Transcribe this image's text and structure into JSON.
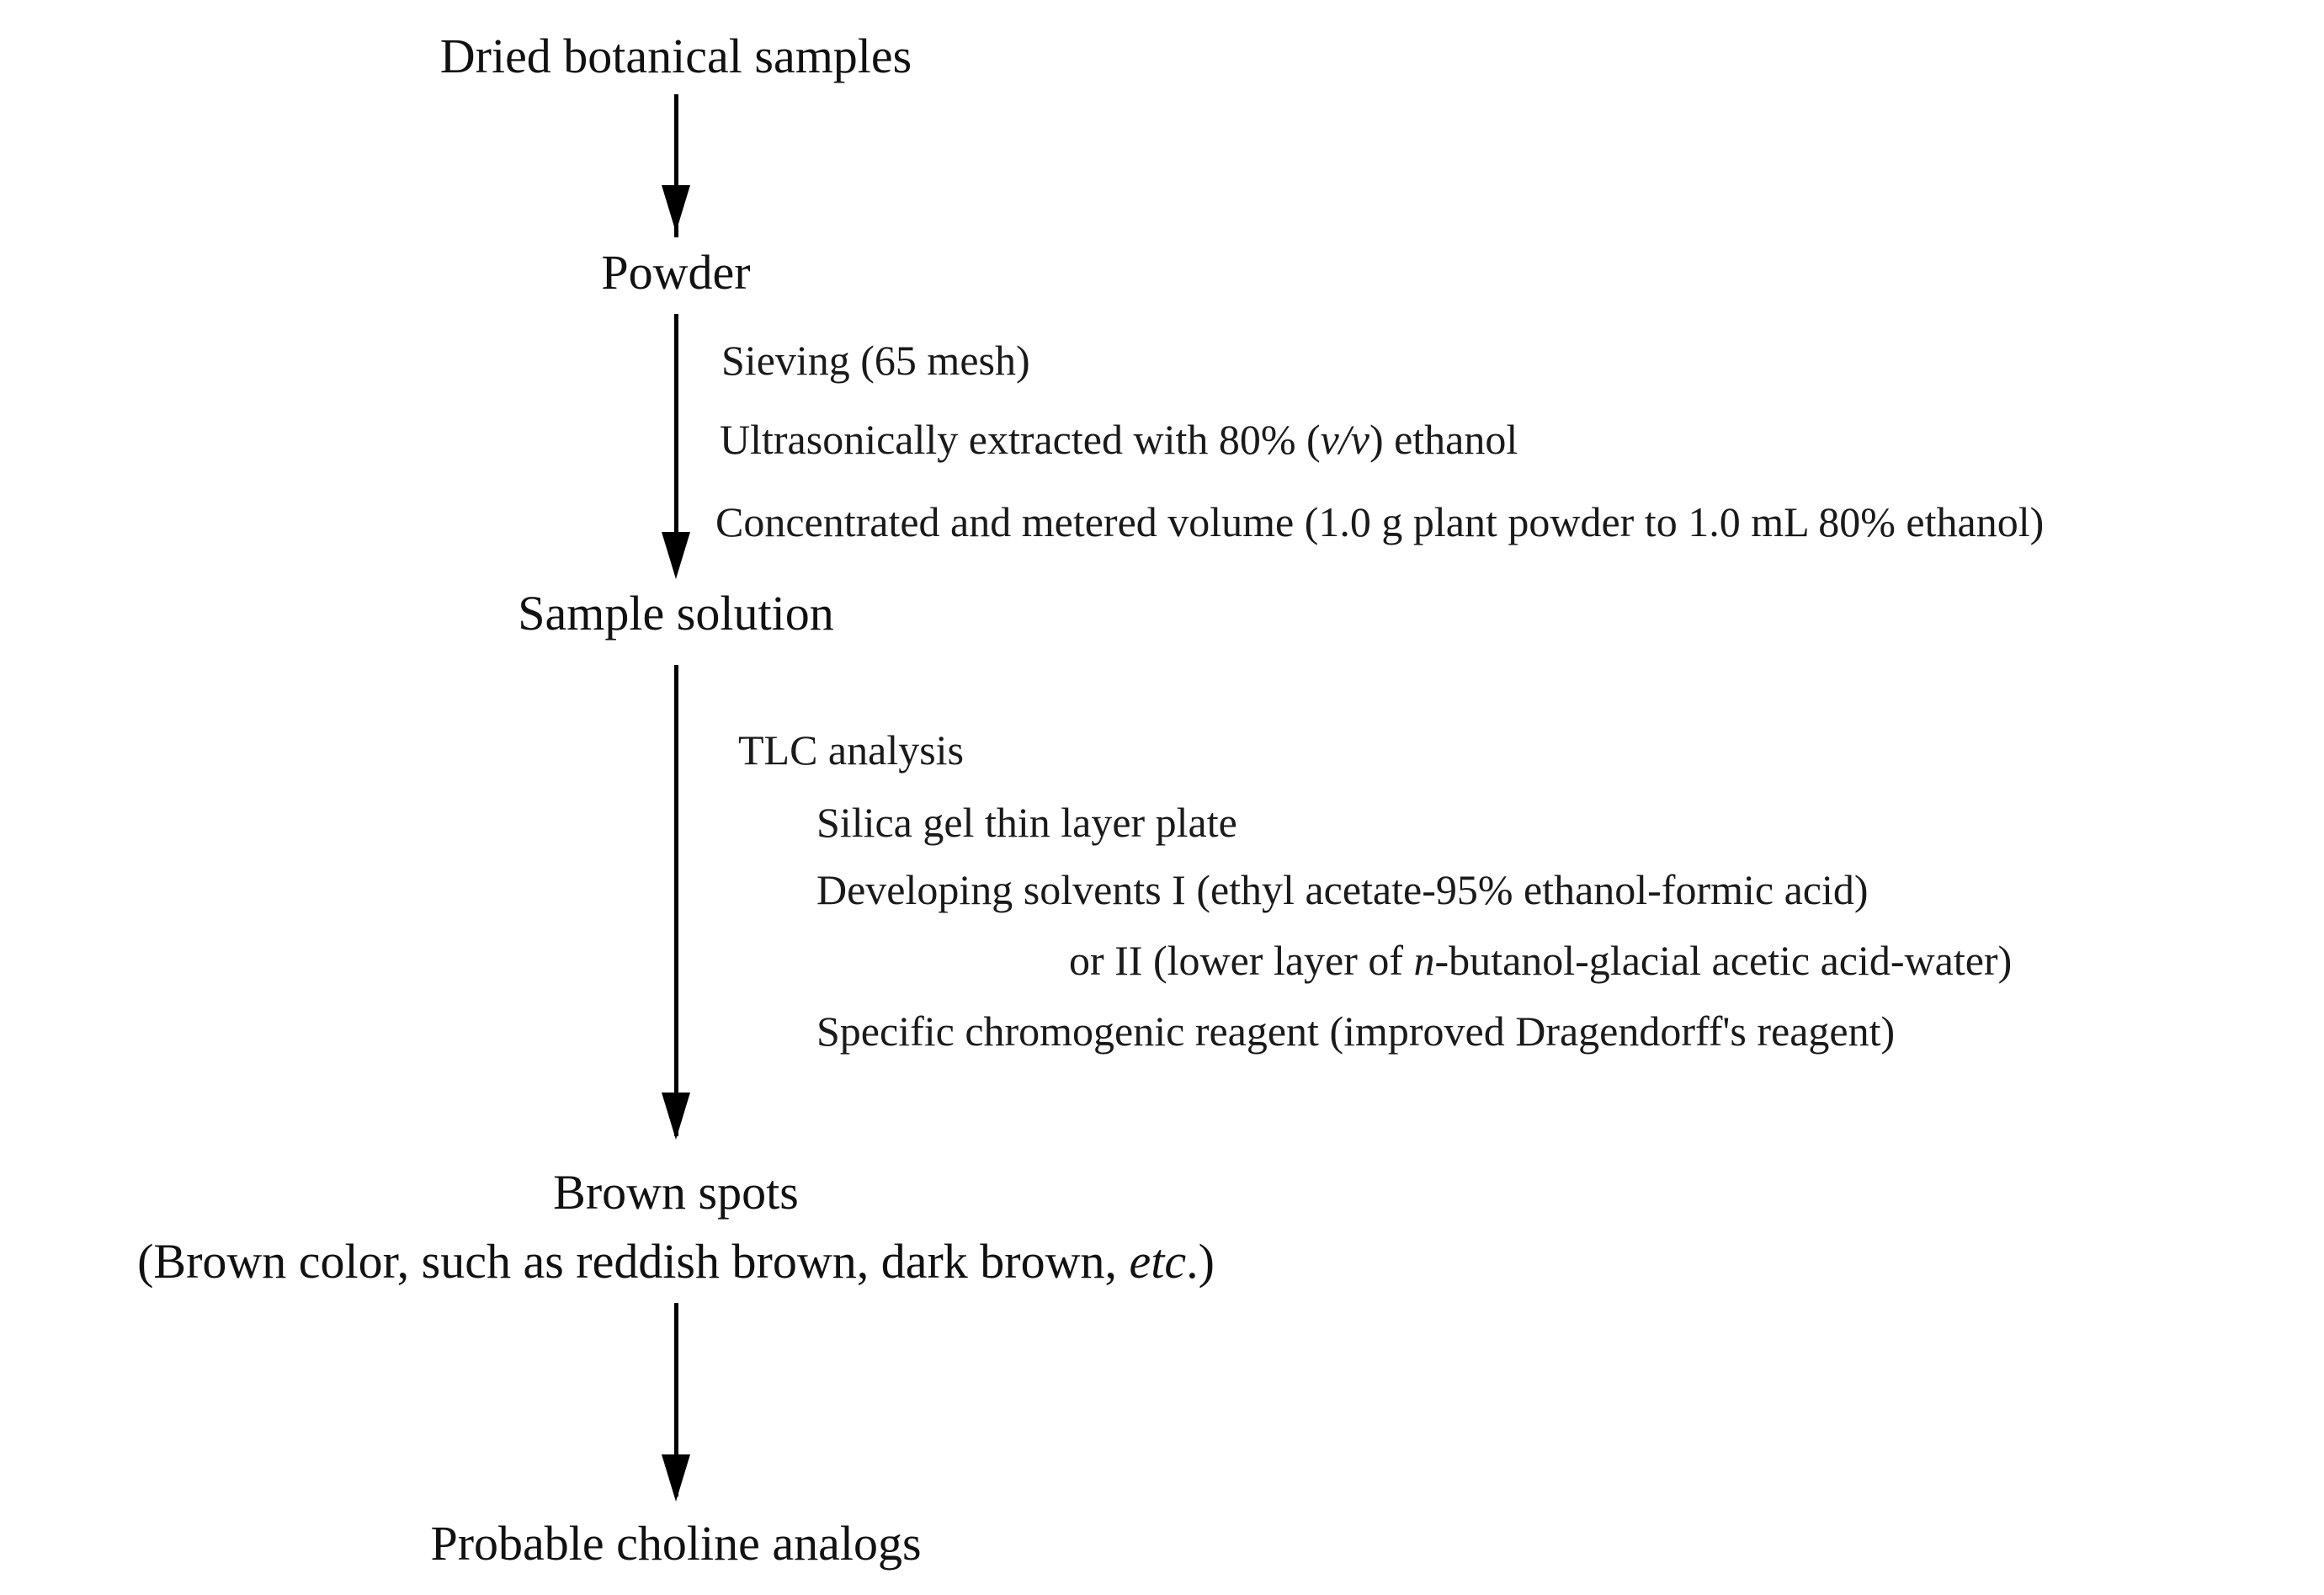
{
  "nodes": {
    "dried": "Dried botanical samples",
    "powder": "Powder",
    "solution": "Sample solution",
    "brown": "Brown spots",
    "brown_note_pre": "(Brown color, such as reddish brown, dark brown, ",
    "brown_note_etc": "etc",
    "brown_note_post": ".)",
    "probable": "Probable choline analogs"
  },
  "steps": {
    "sieving": "Sieving (65 mesh)",
    "ultra_pre": "Ultrasonically extracted with 80% (",
    "ultra_vv": "v/v",
    "ultra_post": ") ethanol",
    "concentrated": "Concentrated and metered volume (1.0 g plant powder to 1.0 mL 80% ethanol)",
    "tlc": "TLC analysis",
    "silica": "Silica gel thin layer plate",
    "solvent1": "Developing solvents I (ethyl acetate-95% ethanol-formic acid)",
    "solvent2_pre": "or II (lower layer of ",
    "solvent2_n": "n",
    "solvent2_post": "-butanol-glacial acetic acid-water)",
    "reagent": "Specific chromogenic reagent (improved Dragendorff's reagent)"
  }
}
